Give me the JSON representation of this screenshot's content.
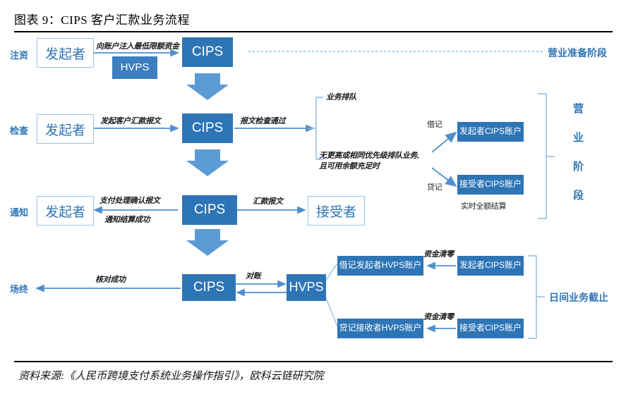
{
  "figure": {
    "title": "图表 9：CIPS 客户汇款业务流程",
    "source": "资料来源:《人民币跨境支付系统业务操作指引》，欧科云链研究院"
  },
  "colors": {
    "box_fill": "#2E75B6",
    "arrow": "#4E8FCC",
    "fat_arrow": "#5B9BD5",
    "accent_text": "#2E75B6",
    "outline_border": "#9DC3E6"
  },
  "stages": {
    "left": [
      {
        "key": "fund",
        "label": "注资"
      },
      {
        "key": "check",
        "label": "检查"
      },
      {
        "key": "notify",
        "label": "通知"
      },
      {
        "key": "close",
        "label": "场终"
      }
    ],
    "right": [
      {
        "key": "prep",
        "label": "营业准备阶段"
      },
      {
        "key": "operating",
        "label": "营业阶段"
      },
      {
        "key": "daycut",
        "label": "日间业务截止"
      }
    ]
  },
  "nodes": {
    "r1_originator": "发起者",
    "r1_hvps": "HVPS",
    "r1_cips": "CIPS",
    "r2_originator": "发起者",
    "r2_cips": "CIPS",
    "r2_acct_originator": "发起者CIPS账户",
    "r2_acct_receiver": "接受者CIPS账户",
    "r3_originator": "发起者",
    "r3_cips": "CIPS",
    "r3_receiver": "接受者",
    "r4_cips": "CIPS",
    "r4_hvps": "HVPS",
    "r4_debit_hvps": "借记发起者HVPS账户",
    "r4_credit_hvps": "贷记接收者HVPS账户",
    "r4_acct_originator": "发起者CIPS账户",
    "r4_acct_receiver": "接受者CIPS账户"
  },
  "edges": {
    "r1_inject": "向账户注入最低限额资金",
    "r2_send_msg": "发起客户汇款报文",
    "r2_check_pass": "报文检查通过",
    "r2_queue": "业务排队",
    "r2_condition": "无更高或相同优先级排队业务,\n且可用余额充足时",
    "r2_debit": "借记",
    "r2_credit": "贷记",
    "r2_rtgs": "实时全额结算",
    "r3_confirm_msg": "支付处理确认报文",
    "r3_settle_ok": "通知结算成功",
    "r3_remit_msg": "汇款报文",
    "r4_reconcile": "对账",
    "r4_check_ok": "核对成功",
    "r4_clear_top": "资金清零",
    "r4_clear_bottom": "资金清零"
  }
}
